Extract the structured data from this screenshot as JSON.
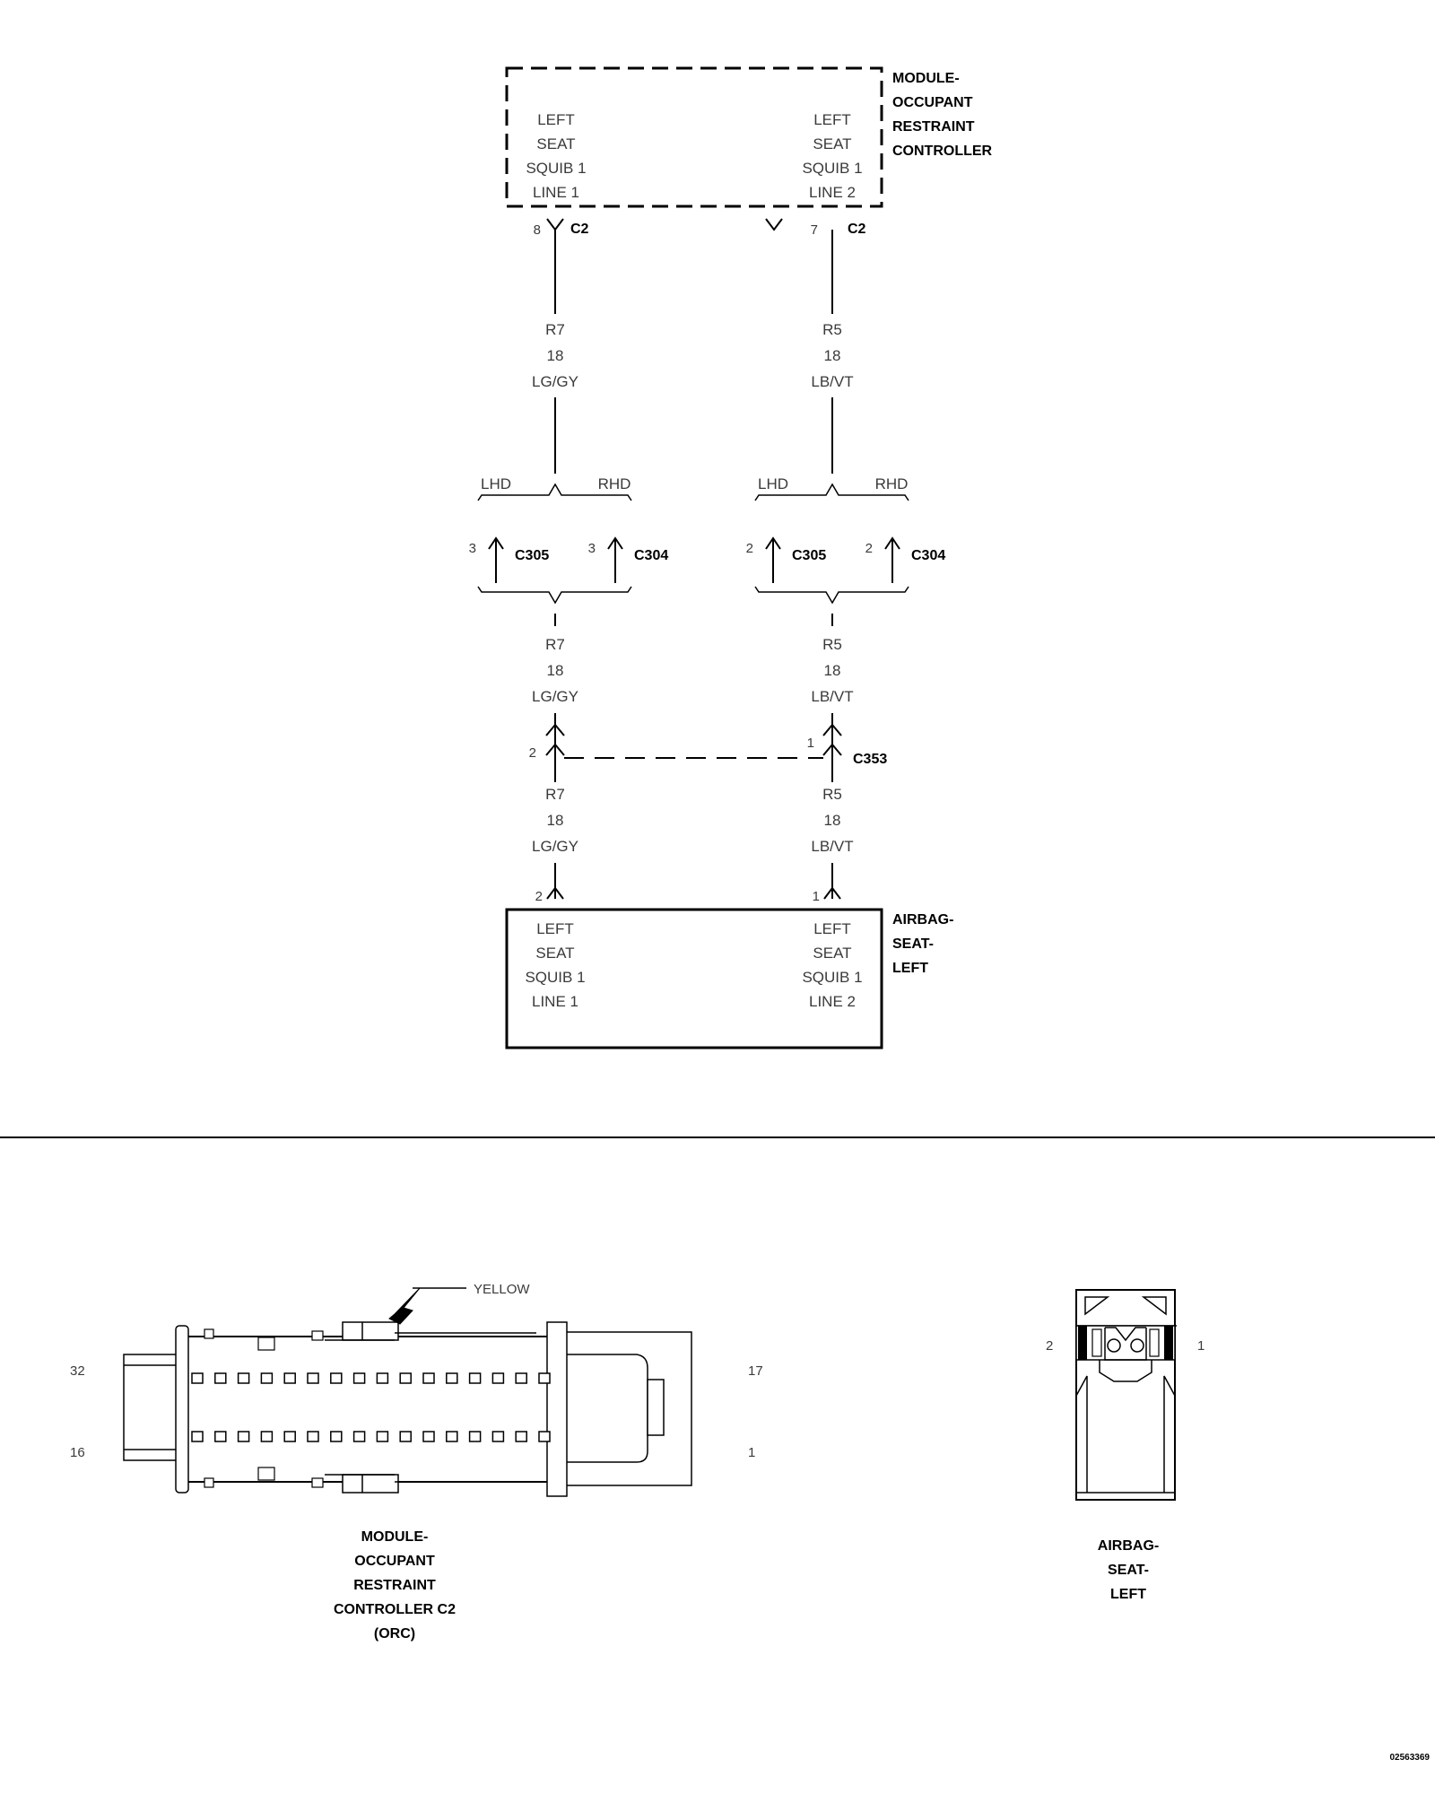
{
  "orc_module": {
    "title": [
      "MODULE-",
      "OCCUPANT",
      "RESTRAINT",
      "CONTROLLER"
    ],
    "left_function": [
      "LEFT",
      "SEAT",
      "SQUIB 1",
      "LINE 1"
    ],
    "right_function": [
      "LEFT",
      "SEAT",
      "SQUIB 1",
      "LINE 2"
    ]
  },
  "c2": {
    "left_pin": "8",
    "right_pin": "7",
    "name": "C2"
  },
  "circuit_left": {
    "id": "R7",
    "gauge": "18",
    "color": "LG/GY"
  },
  "circuit_right": {
    "id": "R5",
    "gauge": "18",
    "color": "LB/VT"
  },
  "splits": {
    "lhd": "LHD",
    "rhd": "RHD"
  },
  "c305": {
    "name": "C305",
    "left_pin": "3",
    "right_pin": "2"
  },
  "c304": {
    "name": "C304",
    "left_pin": "3",
    "right_pin": "2"
  },
  "c353": {
    "name": "C353",
    "left_pin": "2",
    "right_pin": "1"
  },
  "airbag": {
    "title": [
      "AIRBAG-",
      "SEAT-",
      "LEFT"
    ],
    "left_pin": "2",
    "right_pin": "1",
    "left_function": [
      "LEFT",
      "SEAT",
      "SQUIB 1",
      "LINE 1"
    ],
    "right_function": [
      "LEFT",
      "SEAT",
      "SQUIB 1",
      "LINE 2"
    ]
  },
  "connector_views": {
    "orc_c2": {
      "pin_labels": {
        "top_left": "32",
        "bottom_left": "16",
        "top_right": "17",
        "bottom_right": "1"
      },
      "color_callout": "YELLOW",
      "caption": [
        "MODULE-",
        "OCCUPANT",
        "RESTRAINT",
        "CONTROLLER C2",
        "(ORC)"
      ]
    },
    "airbag": {
      "pin_left": "2",
      "pin_right": "1",
      "caption": [
        "AIRBAG-",
        "SEAT-",
        "LEFT"
      ]
    }
  },
  "figure_id": "02563369"
}
